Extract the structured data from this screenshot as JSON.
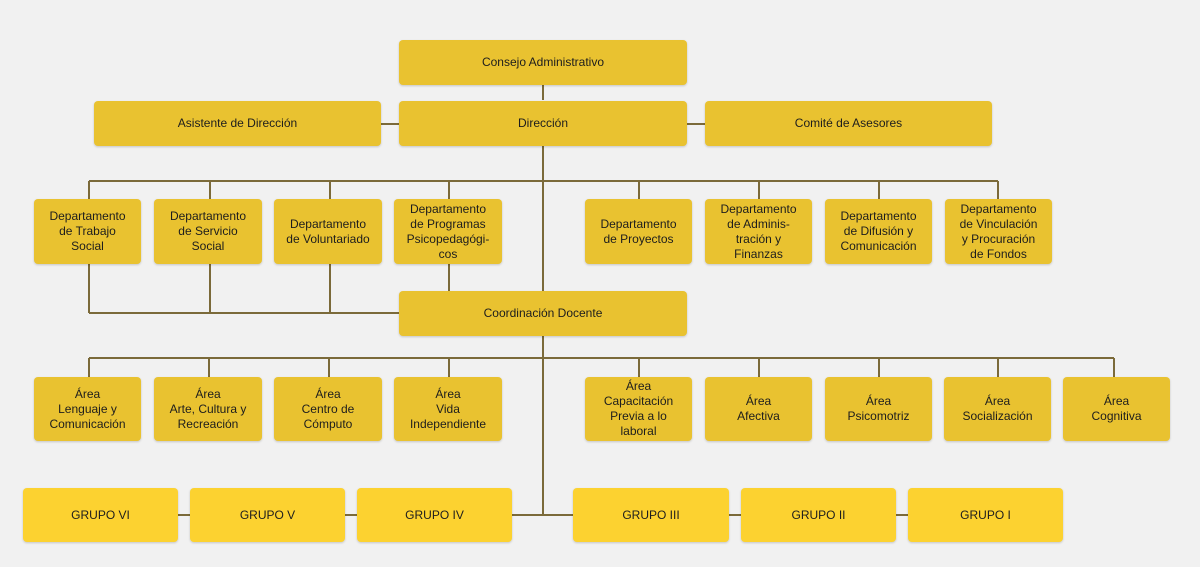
{
  "colors": {
    "primary": "#e9c230",
    "group": "#fcd230",
    "line": "#7b6a3a",
    "background": "#f1f1f1"
  },
  "top": {
    "consejo": "Consejo Administrativo"
  },
  "row1": {
    "asistente": "Asistente de Dirección",
    "direccion": "Dirección",
    "comite": "Comité de Asesores"
  },
  "departments": [
    "Departamento\nde Trabajo\nSocial",
    "Departamento\nde Servicio\nSocial",
    "Departamento\nde Voluntariado",
    "Departamento\nde Programas\nPsicopedagógi-\ncos",
    "Departamento\nde Proyectos",
    "Departamento\nde Adminis-\ntración y\nFinanzas",
    "Departamento\nde  Difusión  y\nComunicación",
    "Departamento\nde Vinculación\ny Procuración\nde Fondos"
  ],
  "coordinacion": "Coordinación Docente",
  "areas": [
    "Área\nLenguaje y\nComunicación",
    "Área\nArte, Cultura y\nRecreación",
    "Área\nCentro de\nCómputo",
    "Área\nVida\nIndependiente",
    "Área\nCapacitación\nPrevia a lo\nlaboral",
    "Área\nAfectiva",
    "Área\nPsicomotriz",
    "Área\nSocialización",
    "Área\nCognitiva"
  ],
  "groups": [
    "GRUPO VI",
    "GRUPO V",
    "GRUPO IV",
    "GRUPO III",
    "GRUPO II",
    "GRUPO I"
  ]
}
